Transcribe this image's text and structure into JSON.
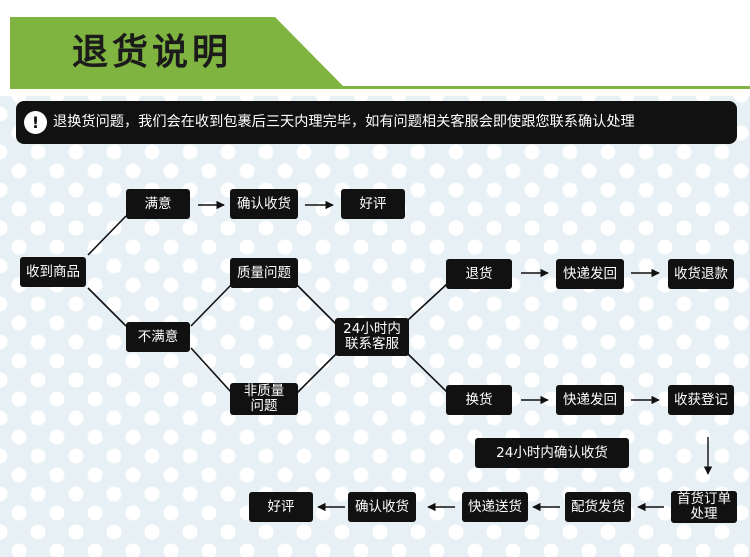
{
  "header": {
    "title": "退货说明",
    "accent_color": "#7fb441"
  },
  "notice": {
    "icon_text": "!",
    "text": "退换货问题，我们会在收到包裹后三天内理完毕，如有问题相关客服会即使跟您联系确认处理"
  },
  "nodes": {
    "receive": "收到商品",
    "satisfied": "满意",
    "confirm_receipt_top": "确认收货",
    "good_review_top": "好评",
    "unsatisfied": "不满意",
    "quality_issue": "质量问题",
    "non_quality_issue": "非质量\n问题",
    "contact_service": "24小时内\n联系客服",
    "return_goods": "退货",
    "express_back_1": "快递发回",
    "refund": "收货退款",
    "exchange": "换货",
    "express_back_2": "快递发回",
    "register": "收获登记",
    "confirm_24h": "24小时内确认收货",
    "good_review_bottom": "好评",
    "confirm_receipt_bottom": "确认收货",
    "express_send": "快递送货",
    "prepare_ship": "配货发货",
    "first_order": "首货订单\n处理"
  }
}
